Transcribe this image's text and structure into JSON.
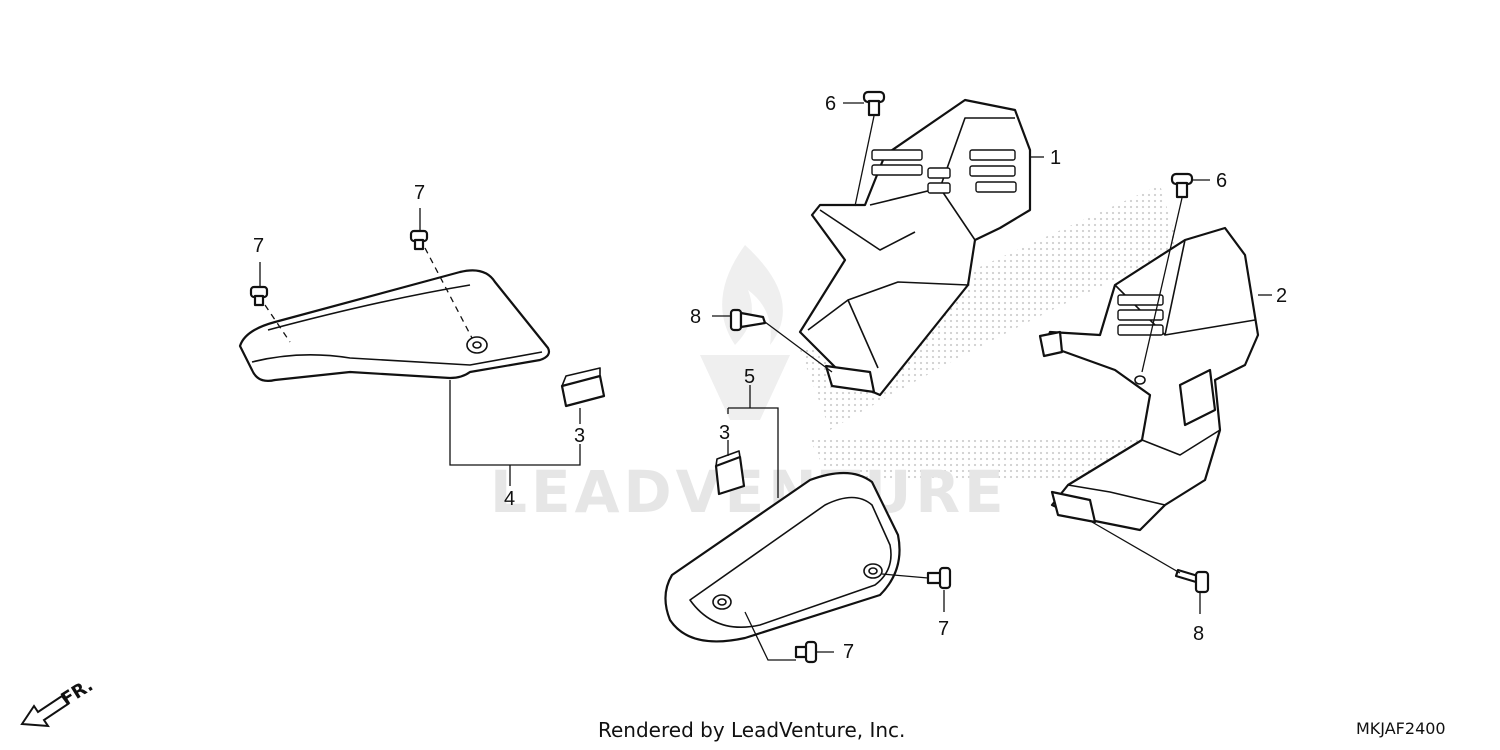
{
  "callouts": {
    "c1": "1",
    "c2": "2",
    "c3a": "3",
    "c3b": "3",
    "c4": "4",
    "c5": "5",
    "c6a": "6",
    "c6b": "6",
    "c7a": "7",
    "c7b": "7",
    "c7c": "7",
    "c7d": "7",
    "c8a": "8",
    "c8b": "8"
  },
  "front_indicator": "FR.",
  "watermark": "LEADVENTURE",
  "footer": {
    "credit": "Rendered by LeadVenture, Inc.",
    "code": "MKJAF2400"
  }
}
